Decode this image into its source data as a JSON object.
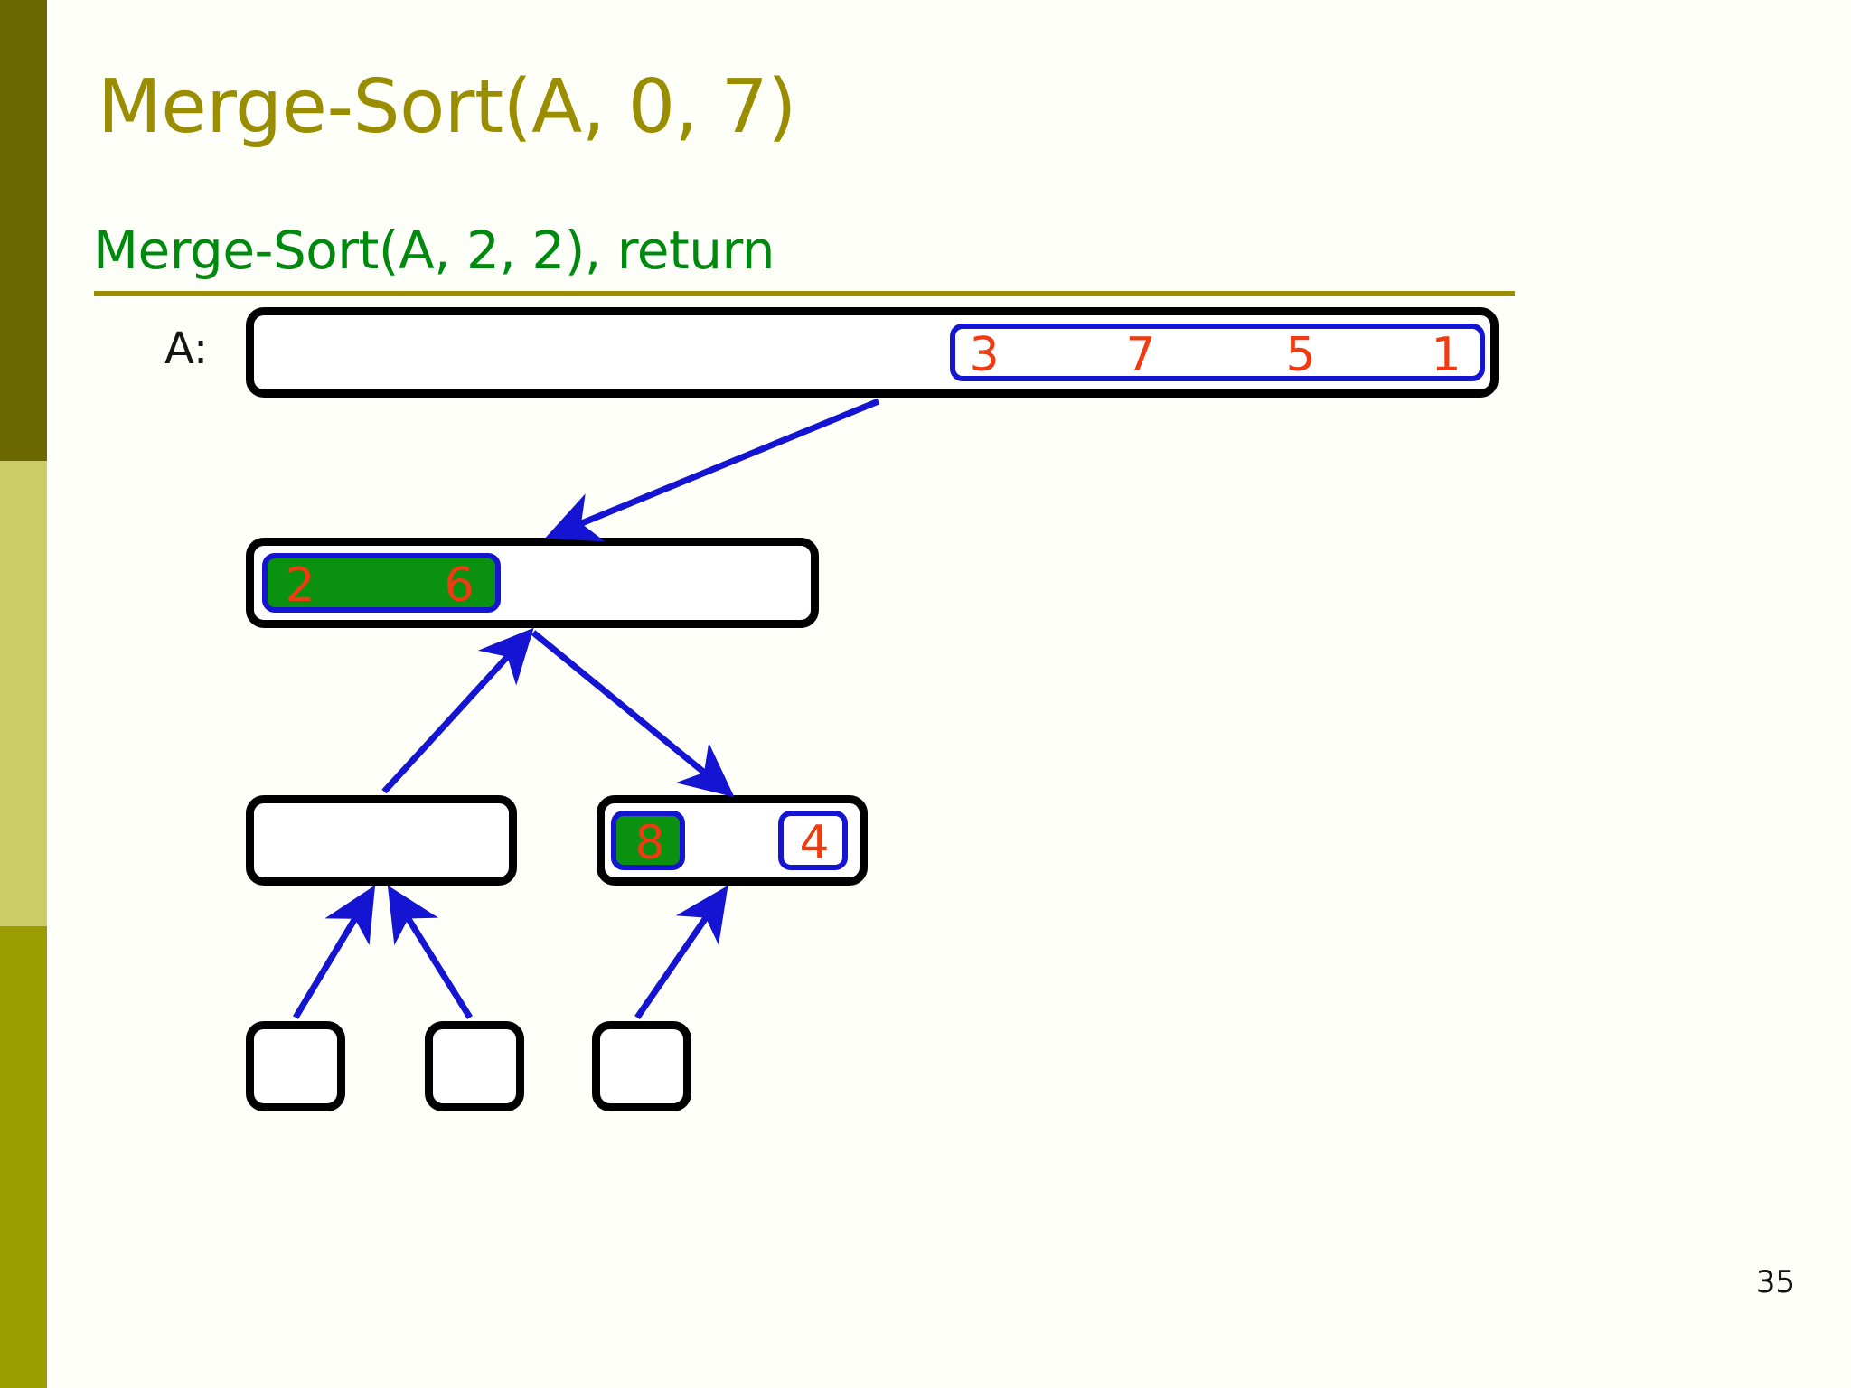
{
  "slide": {
    "title": "Merge-Sort(A, 0, 7)",
    "subtitle": "Merge-Sort(A, 2, 2), return",
    "array_label": "A:",
    "page_number": "35"
  },
  "colors": {
    "title": "#9a8e00",
    "subtitle": "#00890f",
    "rule": "#9a8e00",
    "band_top": "#6b6800",
    "band_mid": "#cbcb68",
    "band_bottom": "#9a9d00",
    "box_border": "#000000",
    "cell_border": "#1414d2",
    "cell_fill_highlight": "#0a9110",
    "number": "#ef3b11",
    "arrow": "#1414d2"
  },
  "tree": {
    "root": {
      "name": "root-array",
      "cells": [
        {
          "name": "root-right-half",
          "highlighted": false,
          "values": [
            "3",
            "7",
            "5",
            "1"
          ]
        }
      ]
    },
    "level2": {
      "name": "level2-array",
      "cells": [
        {
          "name": "level2-left-half",
          "highlighted": true,
          "values": [
            "2",
            "6"
          ]
        }
      ]
    },
    "level3": [
      {
        "name": "level3-left-array",
        "cells": []
      },
      {
        "name": "level3-right-array",
        "cells": [
          {
            "name": "level3-cell-8",
            "highlighted": true,
            "values": [
              "8"
            ]
          },
          {
            "name": "level3-cell-4",
            "highlighted": false,
            "values": [
              "4"
            ]
          }
        ]
      }
    ],
    "level4": [
      {
        "name": "level4-box-a",
        "cells": []
      },
      {
        "name": "level4-box-b",
        "cells": []
      },
      {
        "name": "level4-box-c",
        "cells": []
      }
    ]
  },
  "arrows": [
    {
      "name": "arrow-root-to-level2",
      "direction": "down-left"
    },
    {
      "name": "arrow-level3left-to-level2",
      "direction": "up-right"
    },
    {
      "name": "arrow-level2-to-level3right",
      "direction": "down-right"
    },
    {
      "name": "arrow-level4a-to-level3left",
      "direction": "up-right"
    },
    {
      "name": "arrow-level4b-to-level3left",
      "direction": "up-left"
    },
    {
      "name": "arrow-level4c-to-level3right",
      "direction": "up-right"
    }
  ],
  "numbers": {
    "root": {
      "v0": "3",
      "v1": "7",
      "v2": "5",
      "v3": "1"
    },
    "level2": {
      "v0": "2",
      "v1": "6"
    },
    "level3right": {
      "v0": "8",
      "v1": "4"
    }
  }
}
